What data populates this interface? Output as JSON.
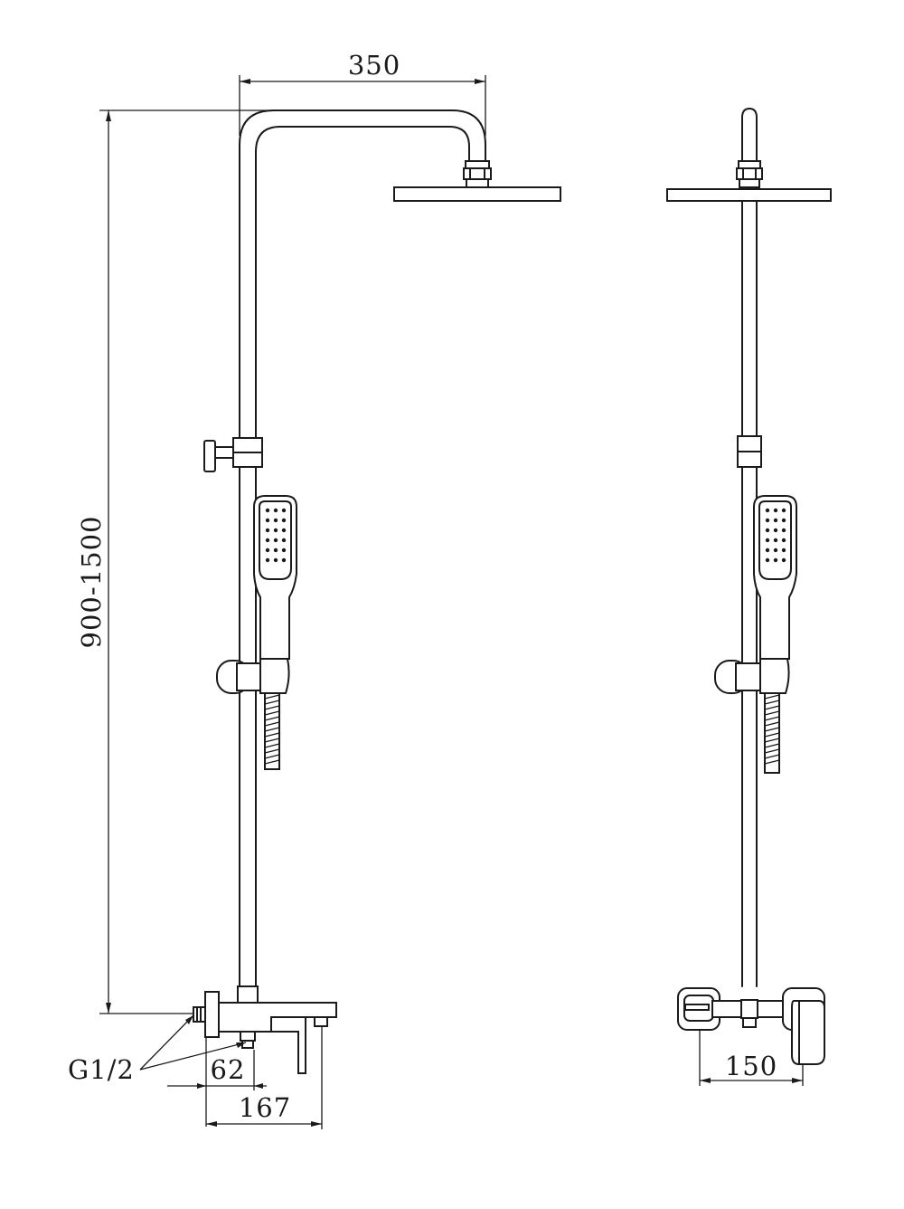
{
  "drawing": {
    "label_top_width": "350",
    "label_height_range": "900-1500",
    "label_thread": "G1/2",
    "label_62": "62",
    "label_167": "167",
    "label_150": "150"
  },
  "colors": {
    "line": "#1a1a1a",
    "background": "#ffffff"
  }
}
